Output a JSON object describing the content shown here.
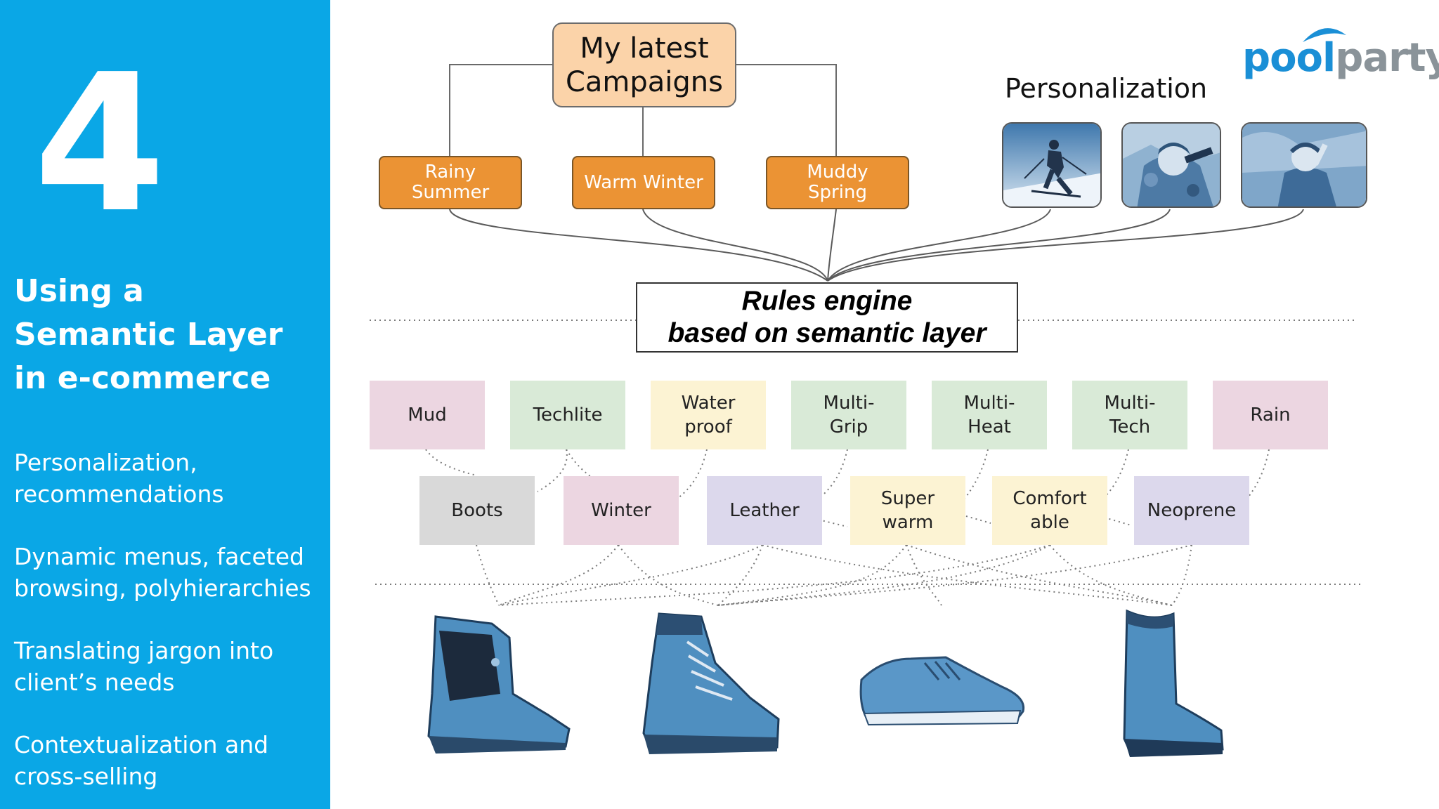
{
  "slide_number": "4",
  "left_title": "Using a\nSemantic Layer\nin e-commerce",
  "bullets": [
    "Personalization,\nrecommendations",
    "Dynamic menus, faceted\nbrowsing, polyhierarchies",
    "Translating jargon into\nclient’s needs",
    "Contextualization and\ncross-selling"
  ],
  "logo": {
    "part1": "pool",
    "part2": "party"
  },
  "campaigns_box": "My latest\nCampaigns",
  "campaigns": [
    "Rainy\nSummer",
    "Warm Winter",
    "Muddy\nSpring"
  ],
  "personalization_label": "Personalization",
  "personalization_photos": [
    "skier-photo",
    "hunter-photo",
    "hiker-photo"
  ],
  "rules_engine": "Rules engine\nbased on semantic layer",
  "tags_row1": [
    {
      "label": "Mud",
      "color": "#ecd6e1"
    },
    {
      "label": "Techlite",
      "color": "#d9ead7"
    },
    {
      "label": "Water\nproof",
      "color": "#fcf3d3"
    },
    {
      "label": "Multi-\nGrip",
      "color": "#d9ead7"
    },
    {
      "label": "Multi-\nHeat",
      "color": "#d9ead7"
    },
    {
      "label": "Multi-\nTech",
      "color": "#d9ead7"
    },
    {
      "label": "Rain",
      "color": "#ecd6e1"
    }
  ],
  "tags_row2": [
    {
      "label": "Boots",
      "color": "#d9d9d9"
    },
    {
      "label": "Winter",
      "color": "#ecd6e1"
    },
    {
      "label": "Leather",
      "color": "#dcd8ec"
    },
    {
      "label": "Super\nwarm",
      "color": "#fcf3d3"
    },
    {
      "label": "Comfort\nable",
      "color": "#fcf3d3"
    },
    {
      "label": "Neoprene",
      "color": "#dcd8ec"
    }
  ],
  "products": [
    "snow-boot-icon",
    "hiking-boot-icon",
    "sneaker-icon",
    "rain-boot-icon"
  ],
  "colors": {
    "panel_blue": "#0aa7e6",
    "campaign_orange": "#eb9334",
    "campaign_header": "#fbd3a9",
    "product_blue": "#4f8fc0"
  }
}
